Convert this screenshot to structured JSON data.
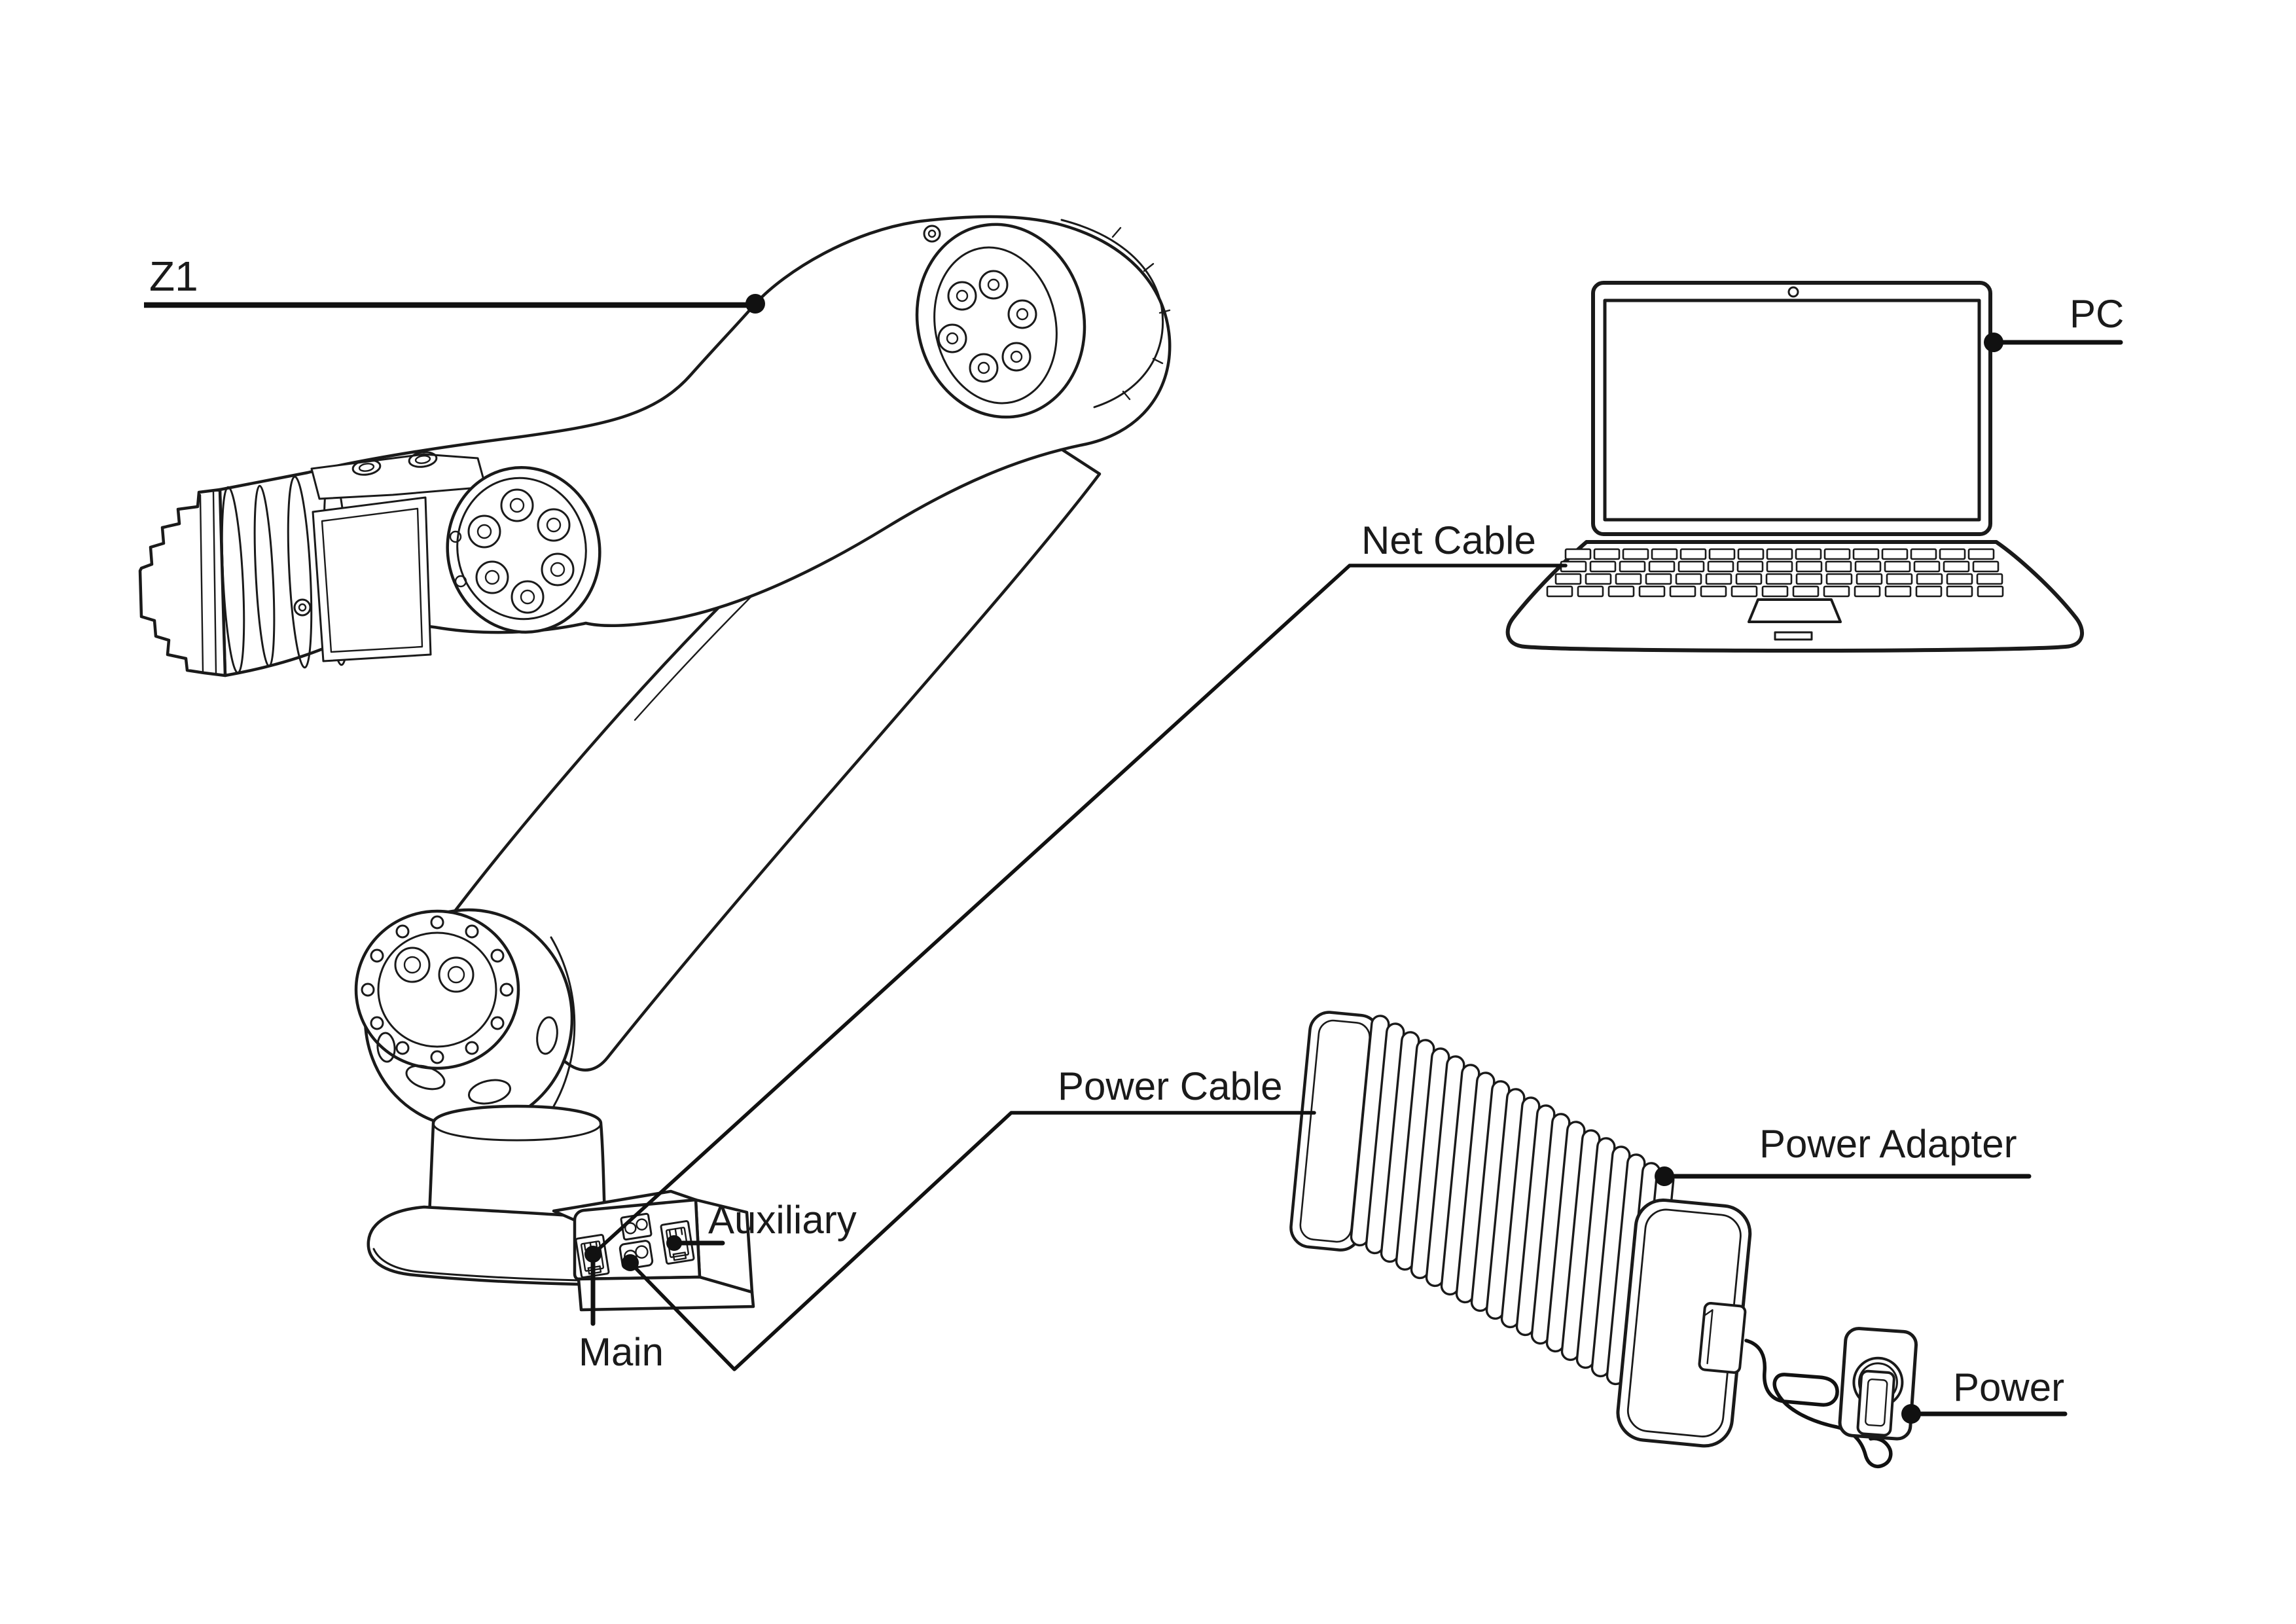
{
  "diagram": {
    "background_color": "#ffffff",
    "ink_color": "#1a1a1a",
    "labels": {
      "robot_model": "Z1",
      "net_cable": "Net Cable",
      "pc": "PC",
      "power_cable": "Power Cable",
      "power_adapter": "Power Adapter",
      "auxiliary_port": "Auxiliary",
      "main_port": "Main",
      "power": "Power"
    }
  }
}
